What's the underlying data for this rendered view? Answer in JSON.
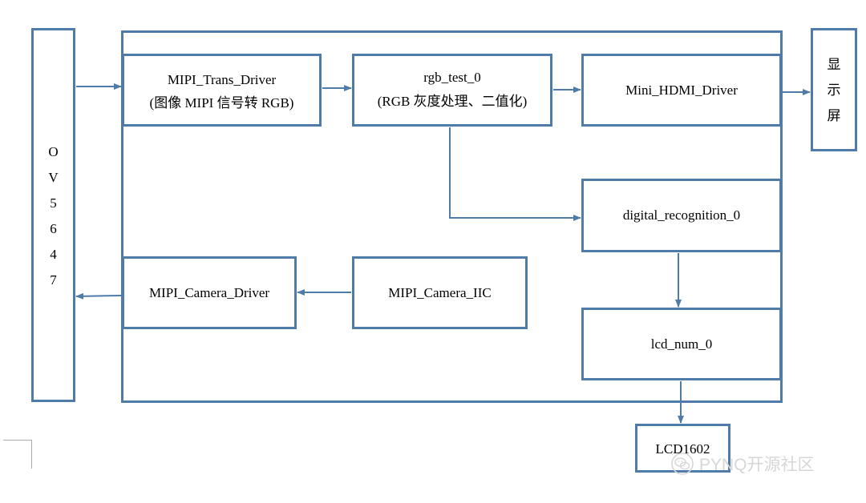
{
  "diagram": {
    "sensor": {
      "label_chars": [
        "O",
        "V",
        "5",
        "6",
        "4",
        "7"
      ]
    },
    "display": {
      "label_chars": [
        "显",
        "示",
        "屏"
      ]
    },
    "blocks": {
      "mipi_trans": {
        "title": "MIPI_Trans_Driver",
        "subtitle": "(图像 MIPI 信号转 RGB)"
      },
      "rgb_test": {
        "title": "rgb_test_0",
        "subtitle": "(RGB 灰度处理、二值化)"
      },
      "mini_hdmi": {
        "title": "Mini_HDMI_Driver"
      },
      "digital_recognition": {
        "title": "digital_recognition_0"
      },
      "mipi_camera_driver": {
        "title": "MIPI_Camera_Driver"
      },
      "mipi_camera_iic": {
        "title": "MIPI_Camera_IIC"
      },
      "lcd_num": {
        "title": "lcd_num_0"
      },
      "lcd1602": {
        "title": "LCD1602"
      }
    },
    "watermark": {
      "text": "PYNQ开源社区",
      "icon": "wechat-icon"
    },
    "colors": {
      "stroke": "#4f7ba8",
      "text": "#000000",
      "watermark": "#d6d6d6"
    }
  }
}
